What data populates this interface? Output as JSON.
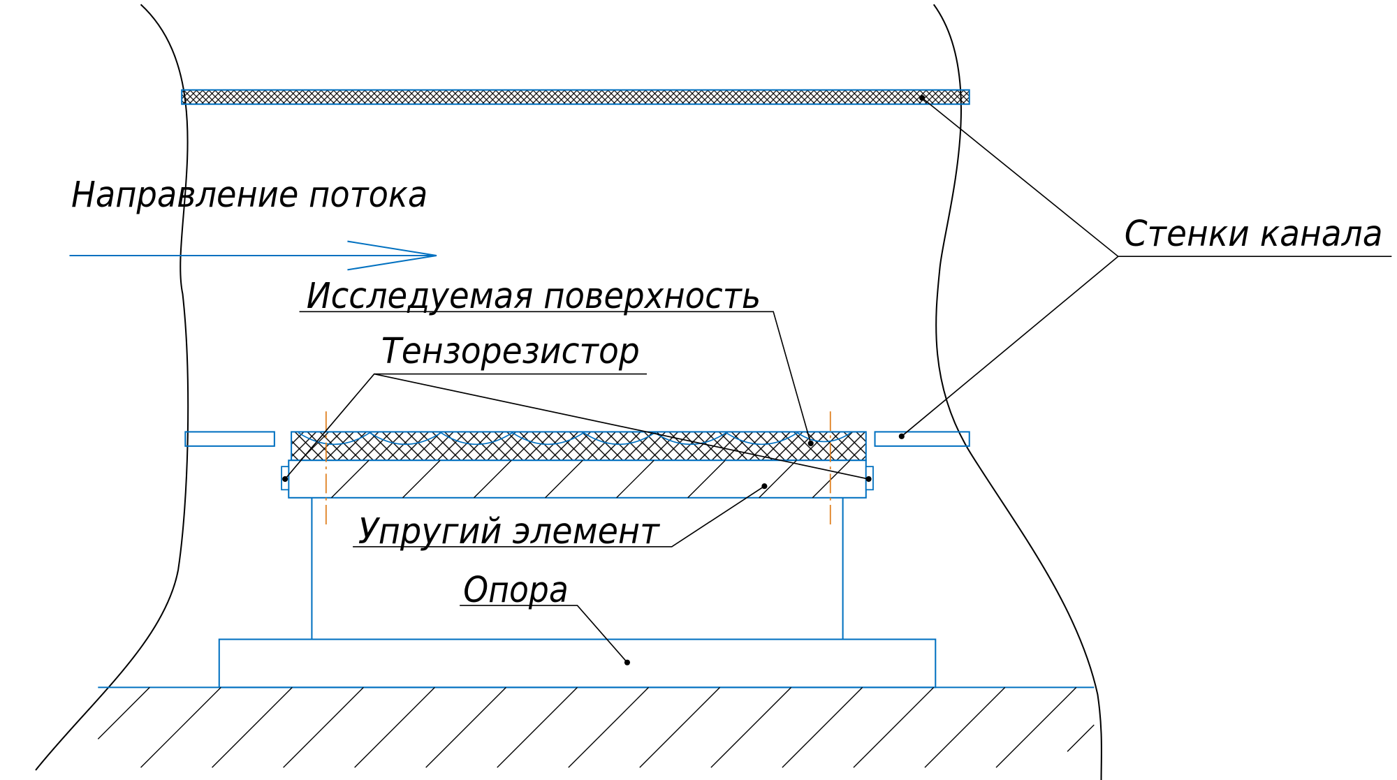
{
  "labels": {
    "flow_direction": "Направление потока",
    "channel_walls": "Стенки канала",
    "test_surface": "Исследуемая поверхность",
    "strain_gauge": "Тензорезистор",
    "elastic_element": "Упругий элемент",
    "support": "Опора"
  },
  "colors": {
    "outline": "#0070C0",
    "leader": "#000000",
    "axis": "#E08020",
    "background": "#ffffff"
  }
}
